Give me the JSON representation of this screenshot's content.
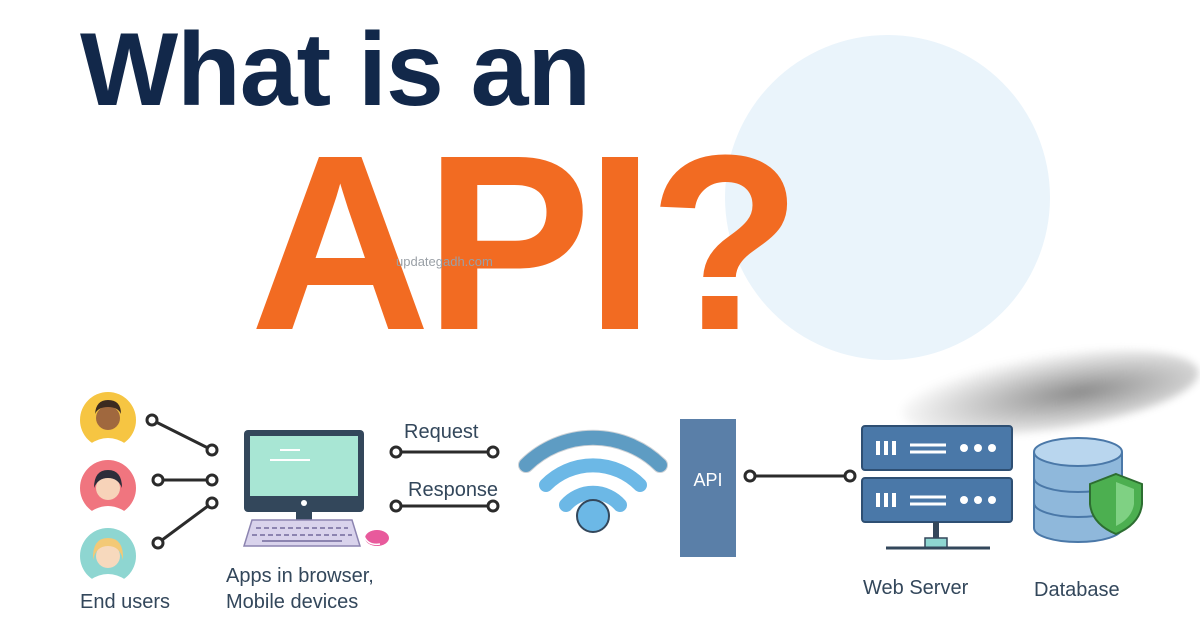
{
  "heading": "What is an",
  "big_word": "API?",
  "watermark": "updategadh.com",
  "labels": {
    "request": "Request",
    "response": "Response",
    "api": "API",
    "end_users": "End users",
    "apps_line1": "Apps in browser,",
    "apps_line2": "Mobile devices",
    "web_server": "Web Server",
    "database": "Database"
  },
  "colors": {
    "navy": "#12284a",
    "orange": "#f26b22",
    "api_box": "#5a7fa8",
    "server_blue": "#4a78a8",
    "wifi_blue": "#6cb8e6",
    "shield_green": "#4caf50",
    "monitor_screen": "#a8e6d4"
  },
  "icons": [
    "user-avatar-icon",
    "monitor-icon",
    "keyboard-icon",
    "mouse-icon",
    "wifi-icon",
    "server-icon",
    "database-icon",
    "shield-icon"
  ]
}
